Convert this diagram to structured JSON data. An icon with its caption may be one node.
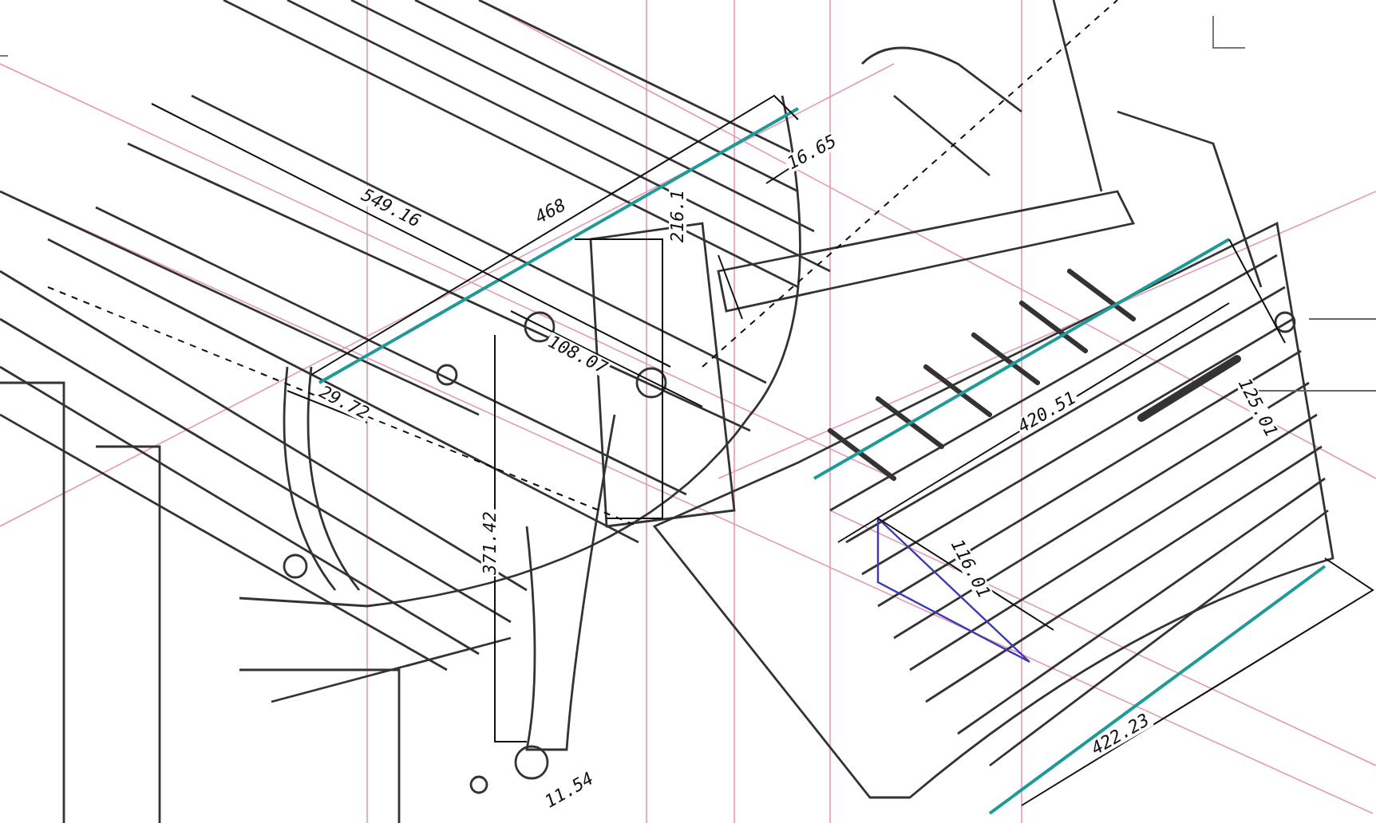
{
  "diagram": {
    "labels": [
      "549.16",
      "468",
      "16.65",
      "216.1",
      "108.07",
      "29.72",
      "371.42",
      "11.54",
      "420.51",
      "125.01",
      "116.01",
      "422.23"
    ]
  }
}
